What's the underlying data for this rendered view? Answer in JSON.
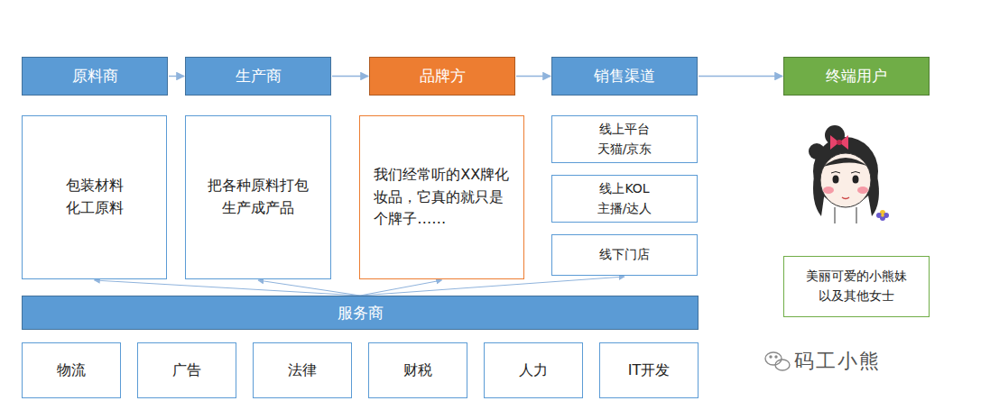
{
  "diagram": {
    "nodes": [
      {
        "text": [
          "原料商"
        ]
      },
      {
        "text": [
          "生产商"
        ]
      },
      {
        "text": [
          "品牌方"
        ]
      },
      {
        "text": [
          "销售渠道"
        ]
      },
      {
        "text": [
          "终端用户"
        ]
      },
      {
        "text": [
          "包装材料 化工原料"
        ]
      },
      {
        "text": [
          "把各种原料打包 生产成产品"
        ]
      },
      {
        "text": [
          "我们经常听的XX牌化妆品，它真的就只是个牌子……"
        ]
      },
      {
        "text": [
          "线上平台 天猫/京东"
        ]
      },
      {
        "text": [
          "线上KOL 主播/达人"
        ]
      },
      {
        "text": [
          "线下门店"
        ]
      },
      {
        "text": [
          "美丽可爱的小熊妹 以及其他女士"
        ]
      },
      {
        "text": [
          "服务商"
        ]
      },
      {
        "text": [
          "物流"
        ]
      },
      {
        "text": [
          "广告"
        ]
      },
      {
        "text": [
          "法律"
        ]
      },
      {
        "text": [
          "财税"
        ]
      },
      {
        "text": [
          "人力"
        ]
      },
      {
        "text": [
          "IT开发"
        ]
      }
    ],
    "edges": [
      {
        "from": 0,
        "to": 1,
        "arrow": "to"
      },
      {
        "from": 1,
        "to": 2,
        "arrow": "to"
      },
      {
        "from": 2,
        "to": 3,
        "arrow": "to"
      },
      {
        "from": 3,
        "to": 4,
        "arrow": "to"
      },
      {
        "from": 12,
        "to": 5,
        "arrow": "to"
      },
      {
        "from": 12,
        "to": 6,
        "arrow": "to"
      },
      {
        "from": 12,
        "to": 7,
        "arrow": "to"
      },
      {
        "from": 12,
        "to": 10,
        "arrow": "to"
      }
    ],
    "labels": [
      "码工小熊"
    ]
  }
}
